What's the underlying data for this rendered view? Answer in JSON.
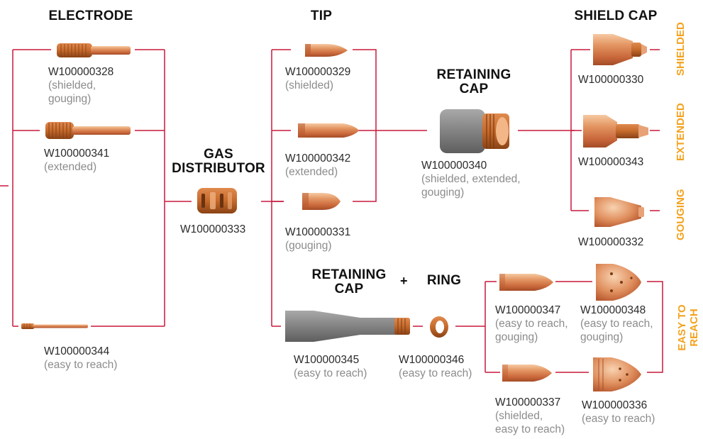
{
  "colors": {
    "connector": "#c8193c",
    "accent_label": "#f4a21d",
    "copper": "#d9824a",
    "gray_part": "#7d7d7d"
  },
  "headers": {
    "electrode": "ELECTRODE",
    "tip": "TIP",
    "shield_cap": "SHIELD CAP",
    "gas_distributor": "GAS\nDISTRIBUTOR",
    "retaining_cap_top": "RETAINING\nCAP",
    "retaining_cap_bottom": "RETAINING\nCAP",
    "plus": "+",
    "ring": "RING"
  },
  "side_labels": {
    "shielded": "SHIELDED",
    "extended": "EXTENDED",
    "gouging": "GOUGING",
    "easy_to_reach": "EASY TO\nREACH"
  },
  "parts": {
    "w328": {
      "pn": "W100000328",
      "desc": "(shielded,\ngouging)",
      "icon": "electrode-short"
    },
    "w341": {
      "pn": "W100000341",
      "desc": "(extended)",
      "icon": "electrode-extended"
    },
    "w344": {
      "pn": "W100000344",
      "desc": "(easy to reach)",
      "icon": "electrode-long"
    },
    "w333": {
      "pn": "W100000333",
      "desc": "",
      "icon": "gas-distributor"
    },
    "w329": {
      "pn": "W100000329",
      "desc": "(shielded)",
      "icon": "tip-short"
    },
    "w342": {
      "pn": "W100000342",
      "desc": "(extended)",
      "icon": "tip-extended"
    },
    "w331": {
      "pn": "W100000331",
      "desc": "(gouging)",
      "icon": "tip-gouging"
    },
    "w340": {
      "pn": "W100000340",
      "desc": "(shielded, extended,\ngouging)",
      "icon": "retaining-cap"
    },
    "w330": {
      "pn": "W100000330",
      "desc": "",
      "icon": "shield-cap-shielded"
    },
    "w343": {
      "pn": "W100000343",
      "desc": "",
      "icon": "shield-cap-extended"
    },
    "w332": {
      "pn": "W100000332",
      "desc": "",
      "icon": "shield-cap-gouging"
    },
    "w345": {
      "pn": "W100000345",
      "desc": "(easy to reach)",
      "icon": "retaining-cap-long"
    },
    "w346": {
      "pn": "W100000346",
      "desc": "(easy to reach)",
      "icon": "ring"
    },
    "w347": {
      "pn": "W100000347",
      "desc": "(easy to reach,\ngouging)",
      "icon": "tip-easy-reach-gouging"
    },
    "w348": {
      "pn": "W100000348",
      "desc": "(easy to reach,\ngouging)",
      "icon": "shield-cap-easy-reach-gouging"
    },
    "w337": {
      "pn": "W100000337",
      "desc": "(shielded,\neasy to reach)",
      "icon": "tip-easy-reach-shielded"
    },
    "w336": {
      "pn": "W100000336",
      "desc": "(easy to reach)",
      "icon": "shield-cap-easy-reach"
    }
  }
}
